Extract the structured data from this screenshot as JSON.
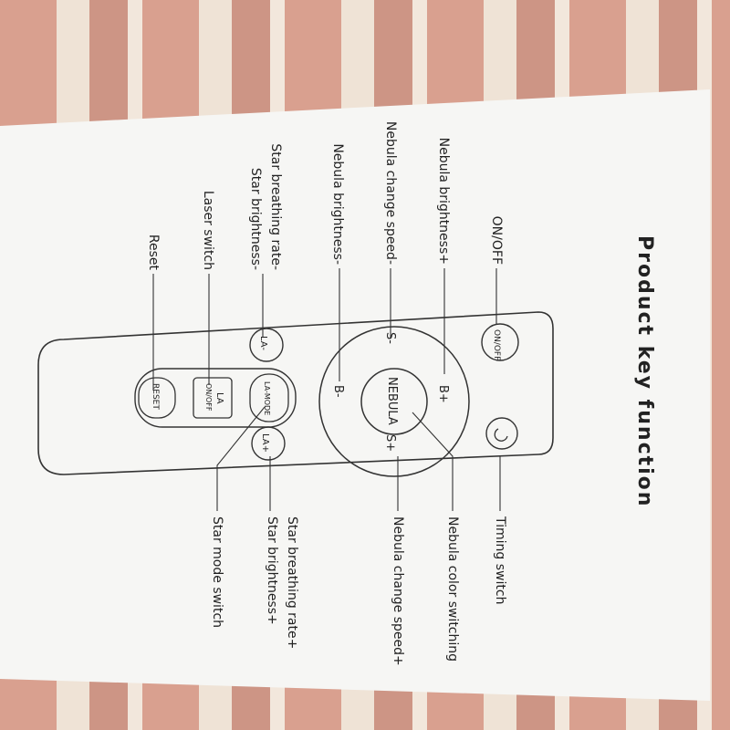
{
  "title": "Product key function",
  "left_labels": {
    "on_off": "ON/OFF",
    "nebula_brightness_plus": "Nebula brightness+",
    "nebula_change_speed_minus": "Nebula change speed-",
    "nebula_brightness_minus": "Nebula brightness-",
    "star_breathing_rate_minus": "Star breathing rate-",
    "star_brightness_minus": "Star brightness-",
    "laser_switch": "Laser switch",
    "reset": "Reset"
  },
  "right_labels": {
    "timing_switch": "Timing switch",
    "nebula_color_switching": "Nebula color switching",
    "nebula_change_speed_plus": "Nebula change speed+",
    "star_breathing_rate_plus": "Star breathing rate+",
    "star_brightness_plus": "Star brightness+",
    "star_mode_switch": "Star mode switch"
  },
  "keys": {
    "on_off": "ON/OFF",
    "nebula": "NEBULA",
    "b_plus": "B+",
    "b_minus": "B-",
    "s_minus": "S-",
    "s_plus": "S+",
    "la_minus": "LA-",
    "la_plus": "LA+",
    "la_mode": "LA-MODE",
    "la_on_off_1": "LA",
    "la_on_off_2": "ON/OFF",
    "reset": "RESET"
  }
}
